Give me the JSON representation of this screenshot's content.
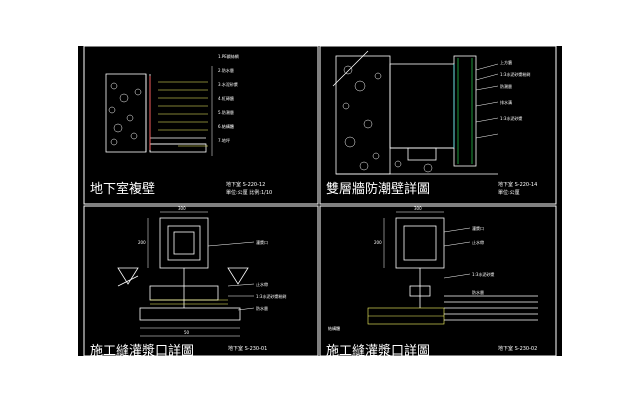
{
  "panels": [
    {
      "title": "地下室複壁",
      "ref_line1": "地下室 S-220-12",
      "ref_line2": "單位:公厘 比例:1/10",
      "notes": [
        "1.PE鋼絲網",
        "2.防水層",
        "3.水泥砂漿",
        "4.紅磚牆",
        "5.防潮層",
        "6.結構體",
        "7.地坪"
      ]
    },
    {
      "title": "雙層牆防潮壁詳圖",
      "ref_line1": "地下室 S-220-14",
      "ref_line2": "單位:公厘",
      "notes": [
        "上方牆",
        "1:3水泥砂漿粉刷",
        "防潮層",
        "排水溝",
        "1:3水泥砂漿"
      ]
    },
    {
      "title": "施工縫灌漿口詳圖",
      "ref_line1": "地下室 S-230-01",
      "dims": [
        "300",
        "200",
        "50"
      ],
      "notes": [
        "灌漿口",
        "止水帶",
        "1:3水泥砂漿粉刷",
        "防水層"
      ]
    },
    {
      "title": "施工縫灌漿口詳圖",
      "ref_line1": "地下室 S-230-02",
      "dims": [
        "300",
        "200"
      ],
      "notes": [
        "灌漿口",
        "止水帶",
        "1:3水泥砂漿",
        "防水層",
        "結構體"
      ]
    }
  ]
}
